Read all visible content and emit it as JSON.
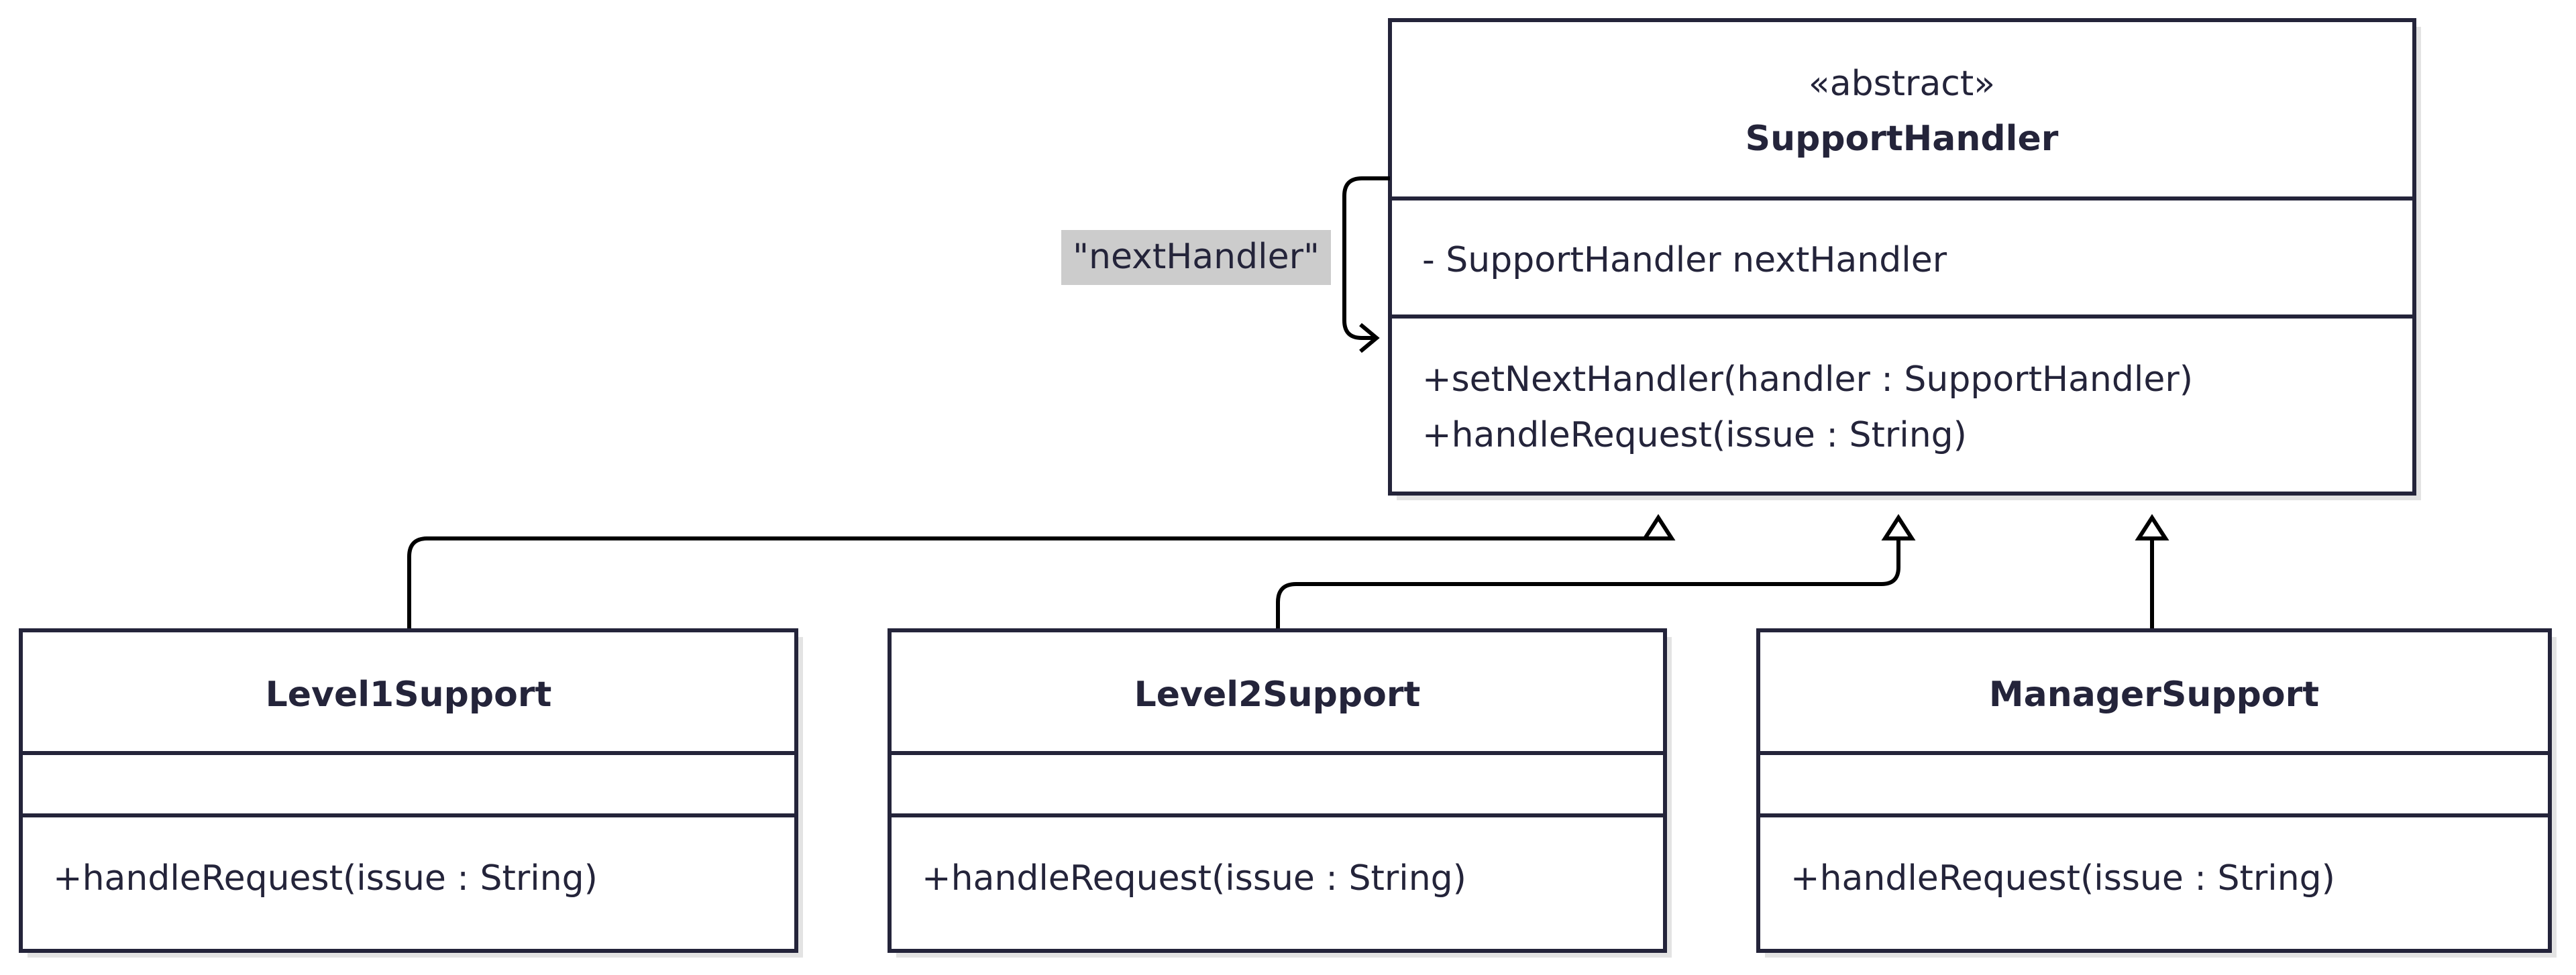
{
  "diagram": {
    "classes": {
      "support_handler": {
        "stereotype": "«abstract»",
        "name": "SupportHandler",
        "attribute": "- SupportHandler nextHandler",
        "methods": [
          "+setNextHandler(handler : SupportHandler)",
          "+handleRequest(issue : String)"
        ]
      },
      "level1_support": {
        "name": "Level1Support",
        "method": "+handleRequest(issue : String)"
      },
      "level2_support": {
        "name": "Level2Support",
        "method": "+handleRequest(issue : String)"
      },
      "manager_support": {
        "name": "ManagerSupport",
        "method": "+handleRequest(issue : String)"
      }
    },
    "self_association_label": "\"nextHandler\""
  }
}
